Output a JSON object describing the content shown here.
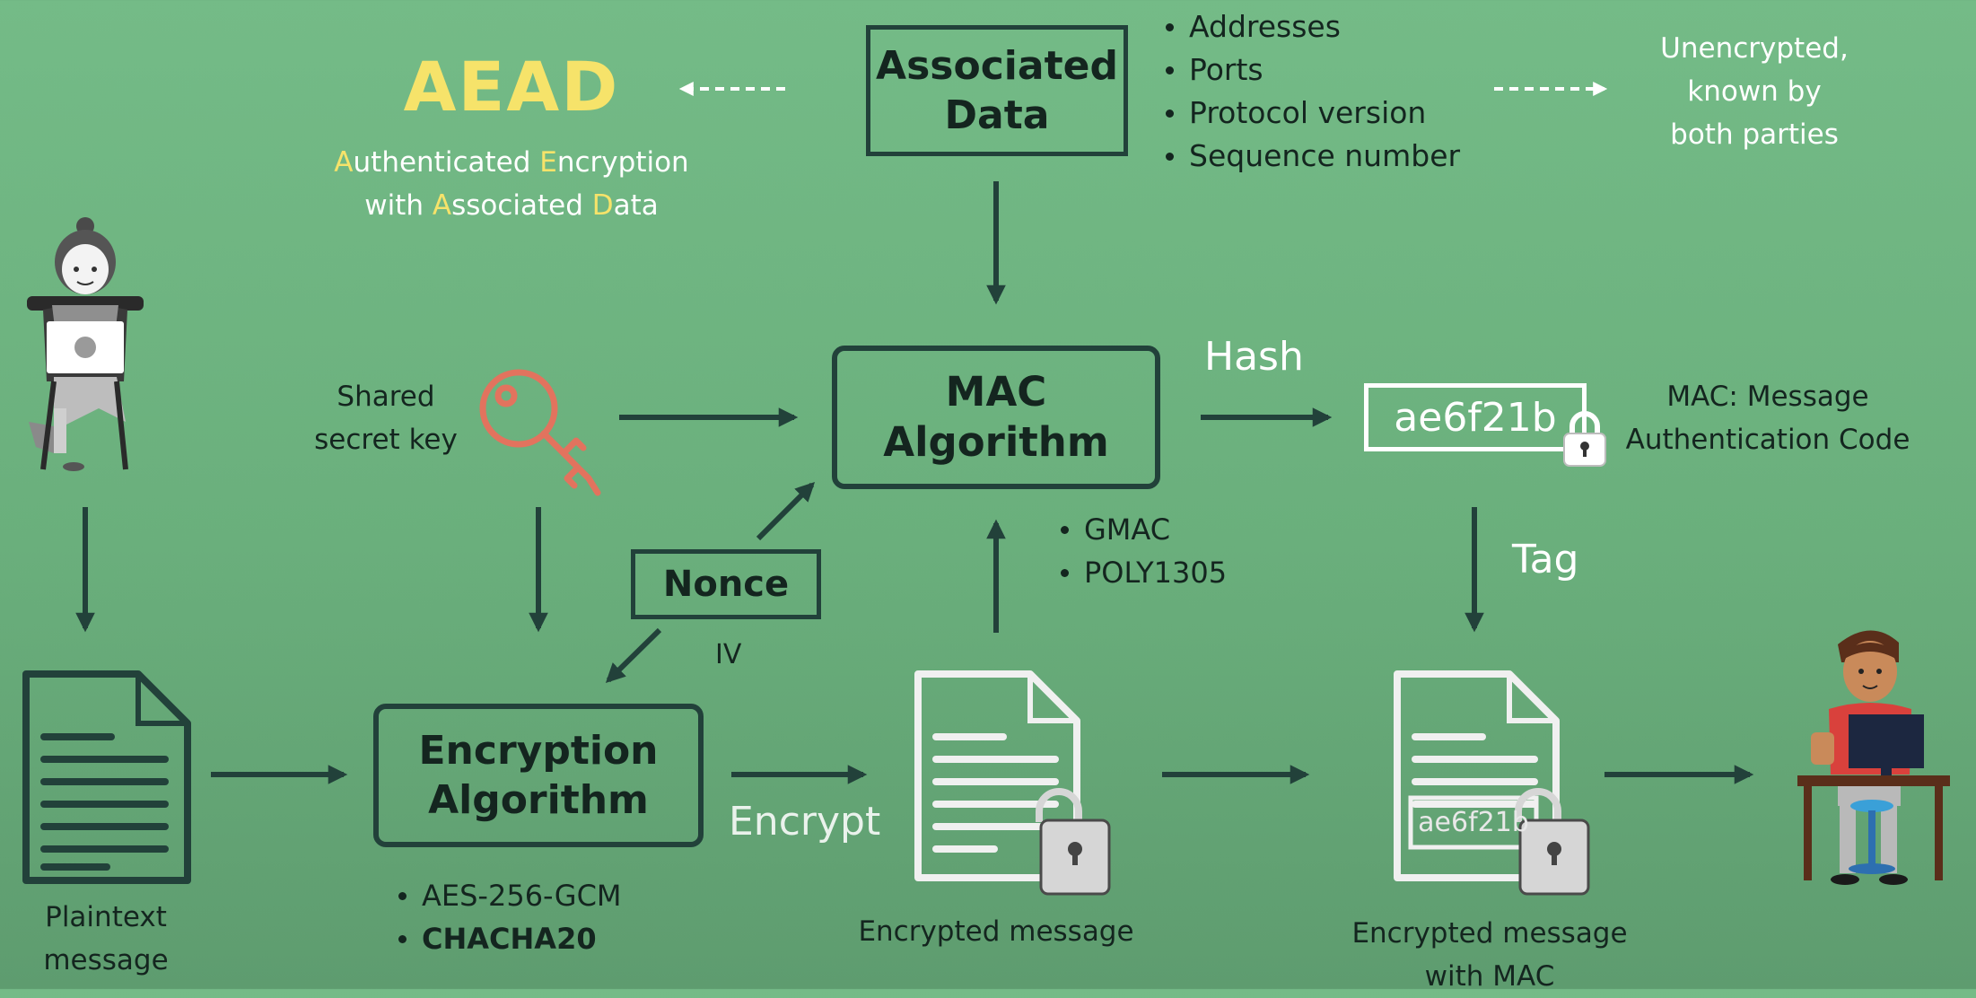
{
  "aead": {
    "title": "AEAD",
    "subtitle_l1": [
      "A",
      "uthenticated ",
      "E",
      "ncryption"
    ],
    "subtitle_l2": [
      "with ",
      "A",
      "ssociated ",
      "D",
      "ata"
    ]
  },
  "associated_data": {
    "line1": "Associated",
    "line2": "Data",
    "items": [
      "Addresses",
      "Ports",
      "Protocol version",
      "Sequence number"
    ],
    "note": [
      "Unencrypted,",
      "known by",
      "both parties"
    ]
  },
  "shared_key": {
    "line1": "Shared",
    "line2": "secret key"
  },
  "mac_box": {
    "line1": "MAC",
    "line2": "Algorithm"
  },
  "mac_algorithms": [
    "GMAC",
    "POLY1305"
  ],
  "hash_label": "Hash",
  "mac_value": "ae6f21b",
  "mac_note": {
    "line1": "MAC: Message",
    "line2": "Authentication Code"
  },
  "tag_label": "Tag",
  "nonce_label": "Nonce",
  "iv_label": "IV",
  "encryption_box": {
    "line1": "Encryption",
    "line2": "Algorithm"
  },
  "encryption_algorithms": [
    "AES-256-GCM",
    "CHACHA20"
  ],
  "encrypt_label": "Encrypt",
  "plaintext_caption": {
    "line1": "Plaintext",
    "line2": "message"
  },
  "encrypted_caption": "Encrypted message",
  "encrypted_mac_caption": {
    "line1": "Encrypted message",
    "line2": "with MAC"
  },
  "doc_mac_value": "ae6f21b",
  "colors": {
    "background": "#6fb581",
    "dark": "#22413a",
    "yellow": "#f6e36a",
    "key": "#e2735e",
    "white": "#ffffff"
  }
}
